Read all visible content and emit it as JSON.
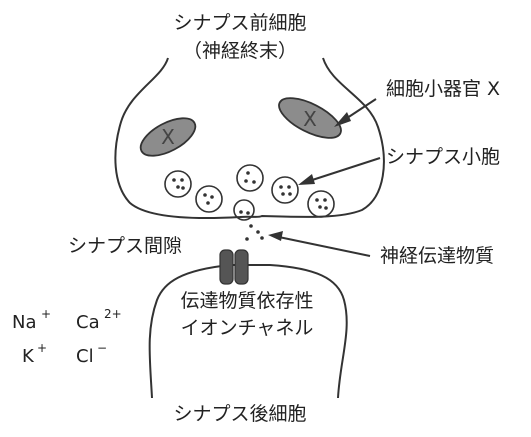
{
  "labels": {
    "presynaptic_line1": "シナプス前細胞",
    "presynaptic_line2": "（神経終末）",
    "organelle": "細胞小器官 X",
    "vesicle": "シナプス小胞",
    "cleft": "シナプス間隙",
    "neurotransmitter": "神経伝達物質",
    "channel_line1": "伝達物質依存性",
    "channel_line2": "イオンチャネル",
    "postsynaptic": "シナプス後細胞",
    "organelle_mark": "X"
  },
  "ions": {
    "na": {
      "symbol": "Na",
      "charge": "+"
    },
    "ca": {
      "symbol": "Ca",
      "charge": "2+"
    },
    "k": {
      "symbol": "K",
      "charge": "+"
    },
    "cl": {
      "symbol": "Cl",
      "charge": "−"
    }
  },
  "colors": {
    "line": "#333333",
    "organelle_fill": "#8c8c8c",
    "channel_fill": "#555555",
    "dot": "#333333"
  }
}
